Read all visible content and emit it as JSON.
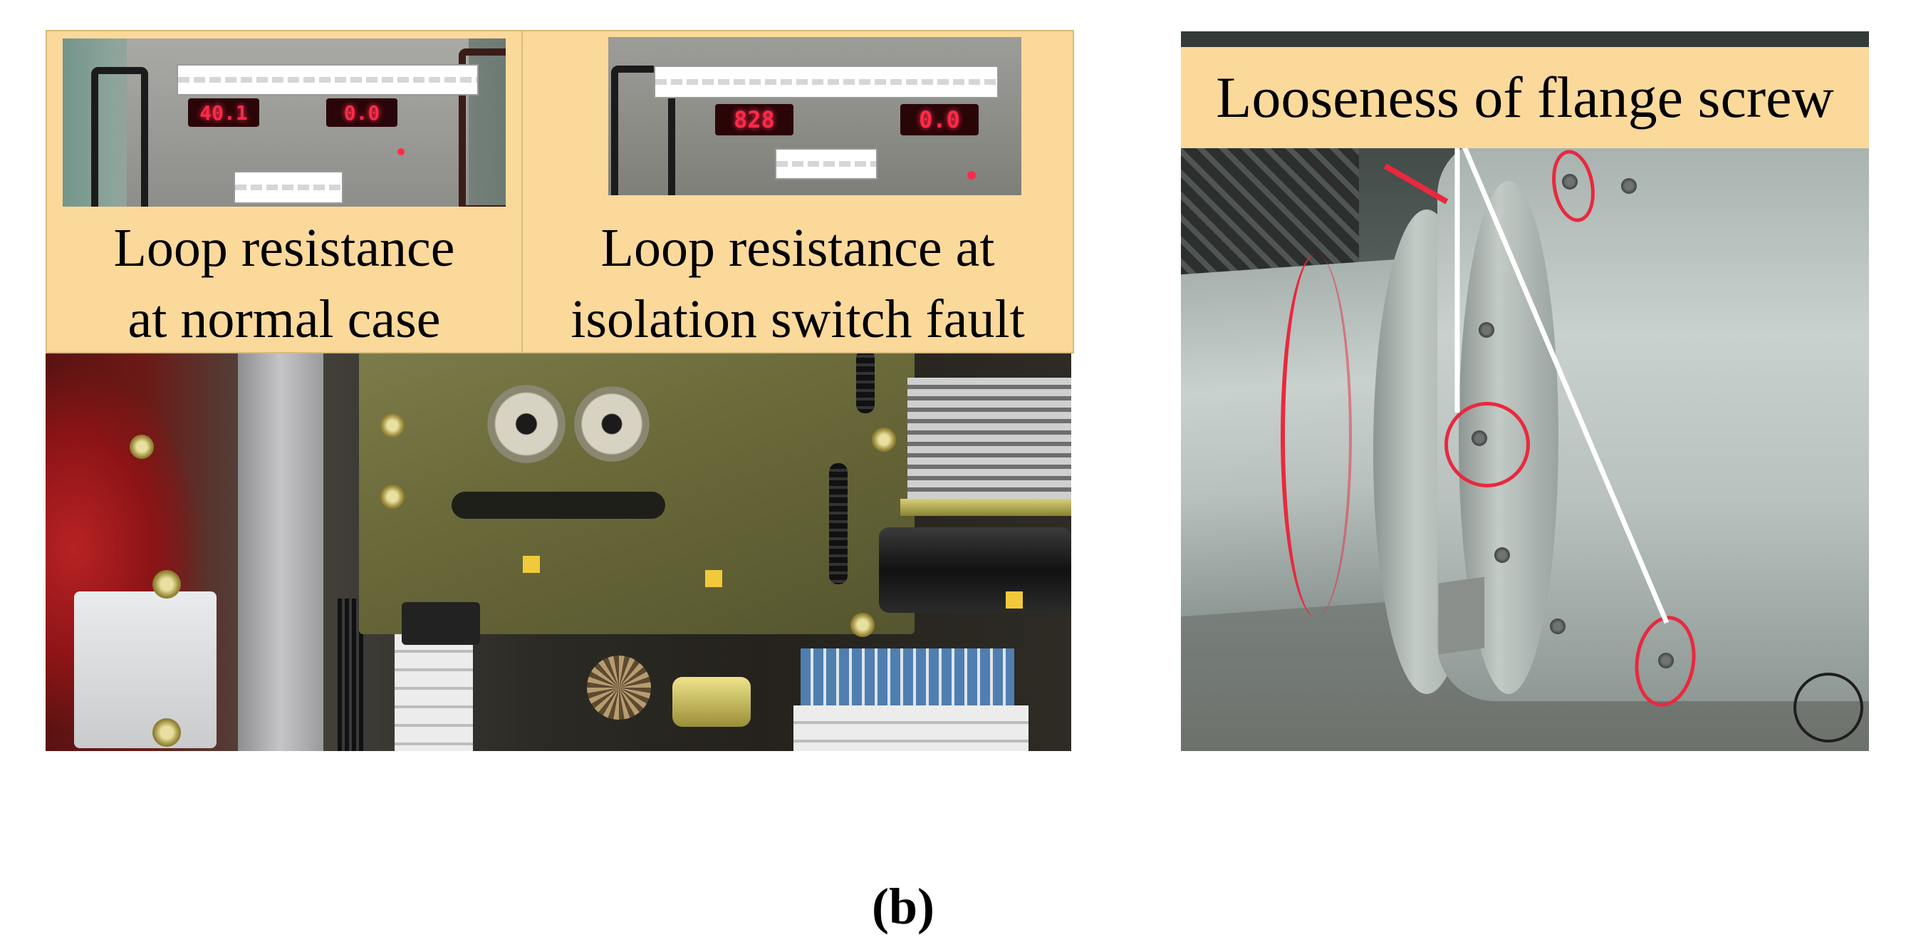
{
  "left_figure": {
    "panels": [
      {
        "caption_line1": "Loop resistance",
        "caption_line2": "at normal case",
        "display_left": "40.1",
        "display_right": "0.0"
      },
      {
        "caption_line1": "Loop resistance at",
        "caption_line2": "isolation switch fault",
        "display_left": "828",
        "display_right": "0.0"
      }
    ]
  },
  "right_figure": {
    "caption": "Looseness of flange screw"
  },
  "subfigure_label": "(b)",
  "colors": {
    "caption_background": "#fbd99b",
    "led_red": "#ff2a48",
    "highlight_red": "#e8293f",
    "leader_line": "#ffffff"
  }
}
